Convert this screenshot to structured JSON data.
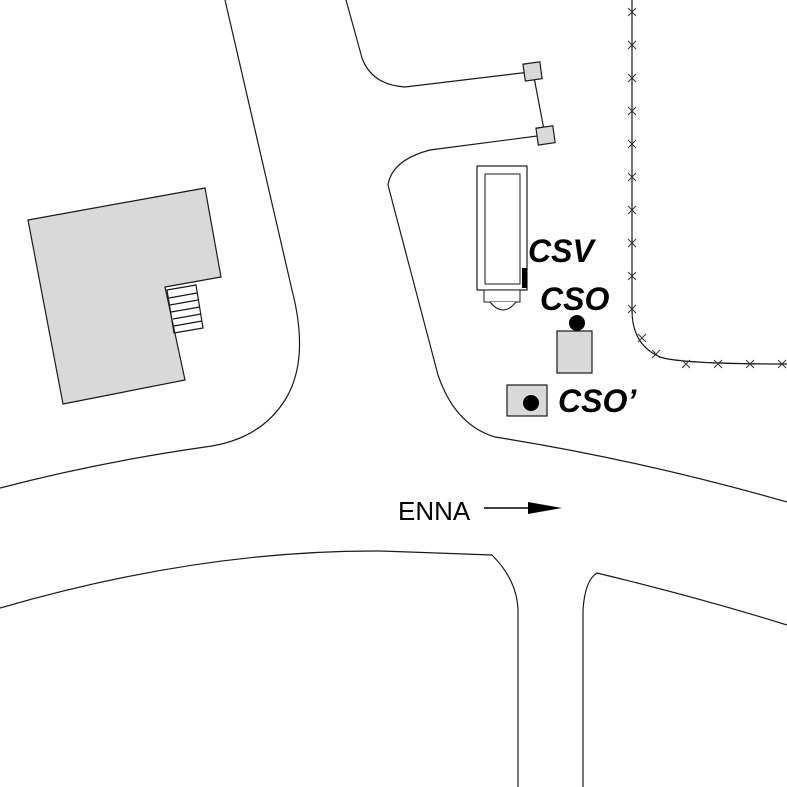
{
  "labels": {
    "csv": "CSV",
    "cso": "CSO",
    "cso_prime": "CSO’",
    "direction": "ENNA"
  },
  "colors": {
    "building_fill": "#d9d9d9",
    "line": "#1a1a1a",
    "marker": "#000000"
  },
  "icons": {
    "direction_arrow": "arrow-right-icon",
    "station_marker": "filled-circle-icon"
  }
}
